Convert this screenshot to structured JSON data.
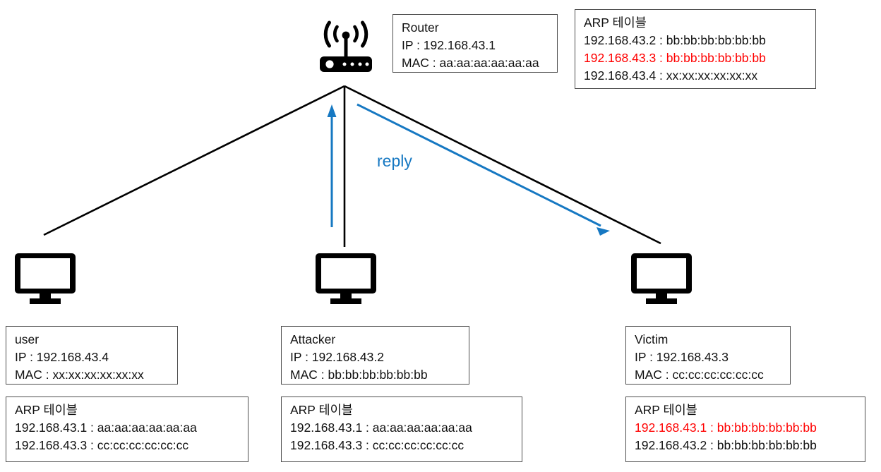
{
  "diagram": {
    "title": "ARP spoofing diagram",
    "accent_blue": "#1678c2",
    "alert_red": "#ff0000",
    "line_black": "#000000"
  },
  "router": {
    "icon": "wifi-router-icon",
    "info": {
      "name": "Router",
      "ip": "IP : 192.168.43.1",
      "mac": "MAC :  aa:aa:aa:aa:aa:aa"
    },
    "arp": {
      "title": "ARP 테이블",
      "rows": [
        {
          "text": "192.168.43.2 : bb:bb:bb:bb:bb:bb",
          "highlight": false
        },
        {
          "text": "192.168.43.3 : bb:bb:bb:bb:bb:bb",
          "highlight": true
        },
        {
          "text": "192.168.43.4 : xx:xx:xx:xx:xx:xx",
          "highlight": false
        }
      ]
    }
  },
  "user": {
    "icon": "monitor-icon",
    "info": {
      "name": "user",
      "ip": "IP : 192.168.43.4",
      "mac": "MAC : xx:xx:xx:xx:xx:xx"
    },
    "arp": {
      "title": "ARP 테이블",
      "rows": [
        {
          "text": "192.168.43.1 : aa:aa:aa:aa:aa:aa",
          "highlight": false
        },
        {
          "text": "192.168.43.3 : cc:cc:cc:cc:cc:cc",
          "highlight": false
        }
      ]
    }
  },
  "attacker": {
    "icon": "monitor-icon",
    "info": {
      "name": "Attacker",
      "ip": "IP : 192.168.43.2",
      "mac": "MAC : bb:bb:bb:bb:bb:bb"
    },
    "arp": {
      "title": "ARP 테이블",
      "rows": [
        {
          "text": "192.168.43.1 : aa:aa:aa:aa:aa:aa",
          "highlight": false
        },
        {
          "text": "192.168.43.3 : cc:cc:cc:cc:cc:cc",
          "highlight": false
        }
      ]
    }
  },
  "victim": {
    "icon": "monitor-icon",
    "info": {
      "name": "Victim",
      "ip": "IP : 192.168.43.3",
      "mac": "MAC : cc:cc:cc:cc:cc:cc"
    },
    "arp": {
      "title": "ARP 테이블",
      "rows": [
        {
          "text": "192.168.43.1 : bb:bb:bb:bb:bb:bb",
          "highlight": true
        },
        {
          "text": "192.168.43.2 : bb:bb:bb:bb:bb:bb",
          "highlight": false
        }
      ]
    }
  },
  "annotations": {
    "reply_label": "reply"
  }
}
